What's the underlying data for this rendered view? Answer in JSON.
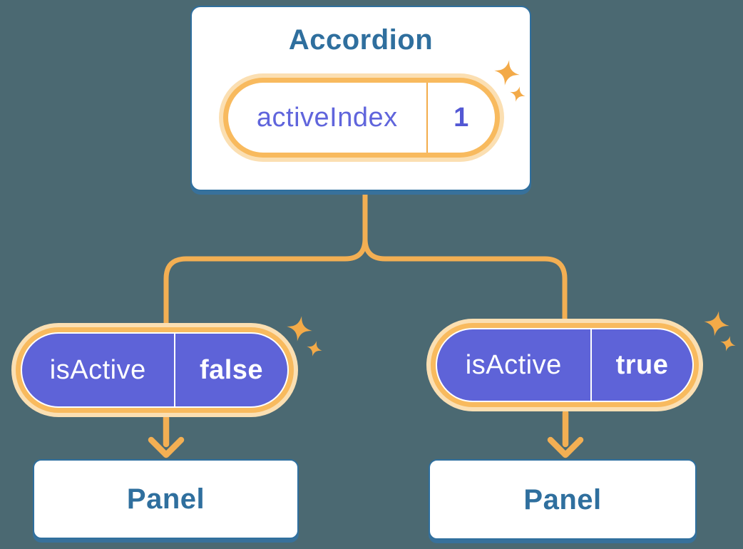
{
  "colors": {
    "background": "#4B6972",
    "card_border_blue": "#2F6F9E",
    "card_shadow_blue": "#38719B",
    "heading_blue": "#2F6F9E",
    "connector_orange": "#F3AF53",
    "pill_ring_orange": "#F8BA5E",
    "pill_halo_orange": "#FBDFB2",
    "sparkle_orange": "#F3AA48",
    "pill_purple": "#5E63D8",
    "state_label_indigo": "#6065DC",
    "state_value_indigo": "#5358D4"
  },
  "icons": {
    "sparkle": "sparkle-icon",
    "down_arrow": "down-arrow-icon"
  },
  "accordion": {
    "title": "Accordion",
    "state_pill": {
      "label": "activeIndex",
      "value": "1"
    }
  },
  "children": [
    {
      "prop_pill": {
        "label": "isActive",
        "value": "false"
      },
      "panel": {
        "title": "Panel"
      }
    },
    {
      "prop_pill": {
        "label": "isActive",
        "value": "true"
      },
      "panel": {
        "title": "Panel"
      }
    }
  ]
}
